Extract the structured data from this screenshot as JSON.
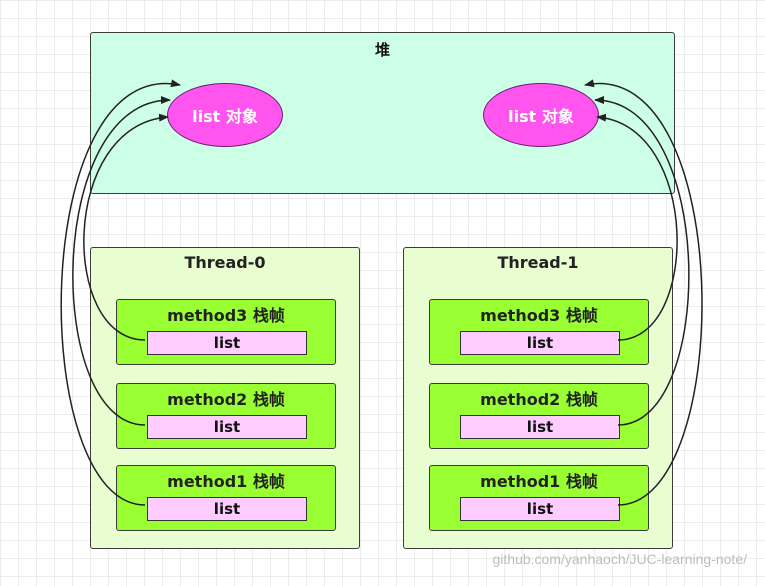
{
  "heap": {
    "title": "堆",
    "objects": [
      {
        "label": "list 对象"
      },
      {
        "label": "list 对象"
      }
    ]
  },
  "threads": [
    {
      "title": "Thread-0",
      "frames": [
        {
          "title": "method3 栈帧",
          "var": "list"
        },
        {
          "title": "method2 栈帧",
          "var": "list"
        },
        {
          "title": "method1 栈帧",
          "var": "list"
        }
      ]
    },
    {
      "title": "Thread-1",
      "frames": [
        {
          "title": "method3 栈帧",
          "var": "list"
        },
        {
          "title": "method2 栈帧",
          "var": "list"
        },
        {
          "title": "method1 栈帧",
          "var": "list"
        }
      ]
    }
  ],
  "watermark": "github.com/yanhaoch/JUC-learning-note/"
}
